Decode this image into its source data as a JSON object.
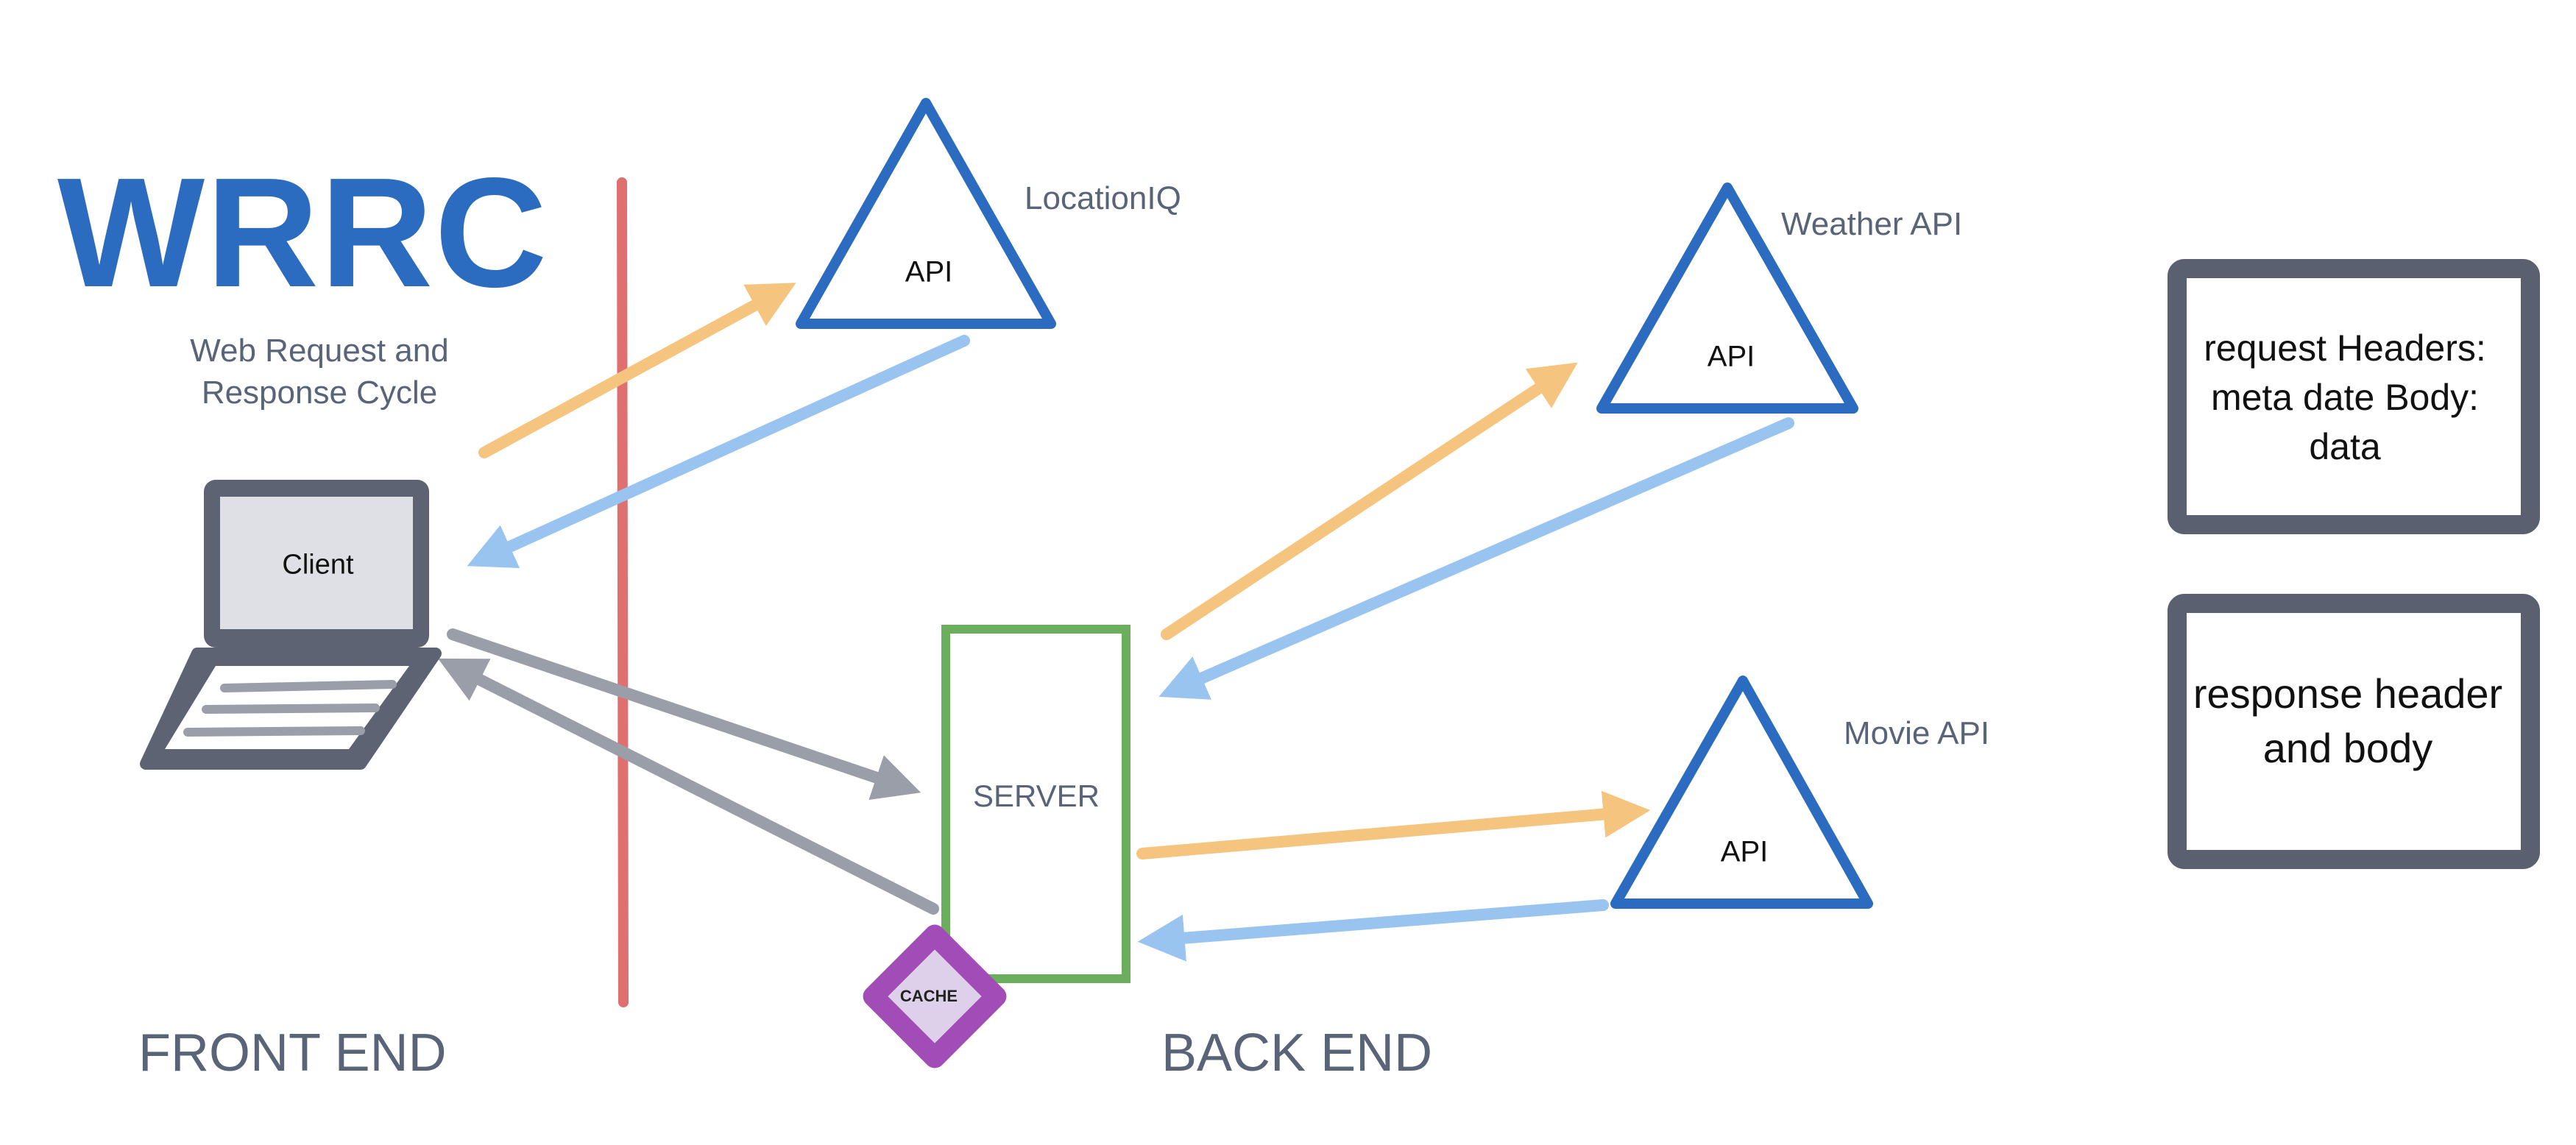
{
  "title": "WRRC",
  "subtitle": "Web Request and Response Cycle",
  "client_label": "Client",
  "server_label": "SERVER",
  "cache_label": "CACHE",
  "apis": [
    {
      "name": "LocationIQ",
      "label": "API"
    },
    {
      "name": "Weather API",
      "label": "API"
    },
    {
      "name": "Movie API",
      "label": "API"
    }
  ],
  "request_box": "request Headers: meta date Body: data",
  "response_box": "response header and body",
  "front_end_label": "FRONT END",
  "back_end_label": "BACK END",
  "colors": {
    "title": "#2b6cc0",
    "api_triangle": "#2b6cc0",
    "request_arrow": "#f5c580",
    "response_arrow": "#99c4f0",
    "client_arrow": "#9a9ea8",
    "divider": "#e07070",
    "server_border": "#6aae5e",
    "cache": "#a24cb8",
    "box_border": "#5a6070"
  }
}
